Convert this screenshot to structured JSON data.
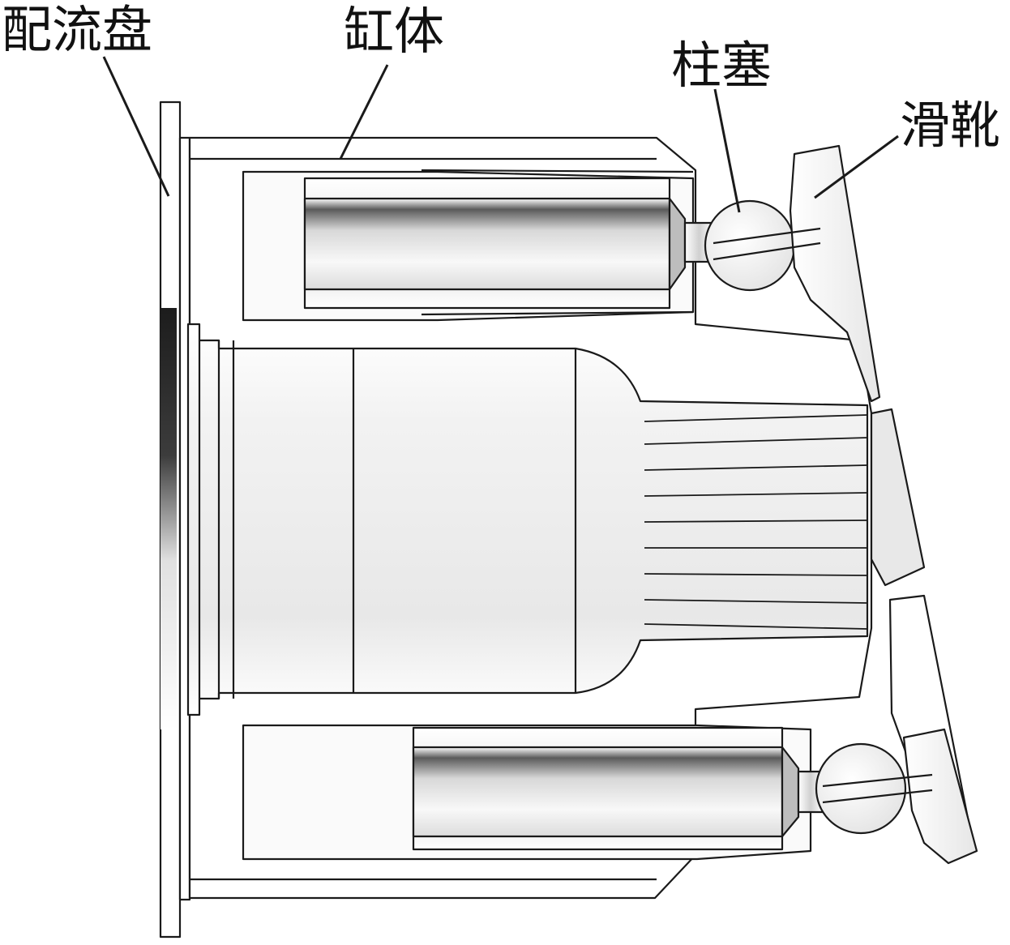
{
  "labels": {
    "port_plate": "配流盘",
    "cylinder_block": "缸体",
    "plunger": "柱塞",
    "slipper": "滑靴"
  },
  "colors": {
    "stroke": "#1a1a1a",
    "metal_light": "#f4f4f4",
    "metal_mid": "#c8c8c8",
    "metal_dark": "#3a3a3a"
  }
}
